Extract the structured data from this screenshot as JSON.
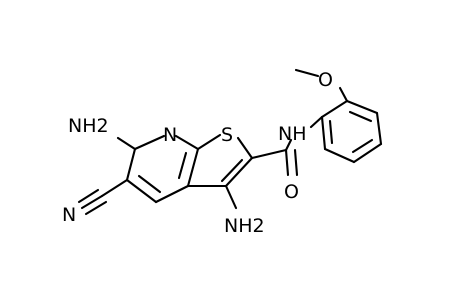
{
  "molecule": {
    "atom_labels": {
      "nh2_left": "NH2",
      "nh2_bottom": "NH2",
      "ring_n": "N",
      "ring_s": "S",
      "amide_nh": "NH",
      "carbonyl_o": "O",
      "methoxy_o": "O",
      "nitrile_n": "N"
    }
  }
}
